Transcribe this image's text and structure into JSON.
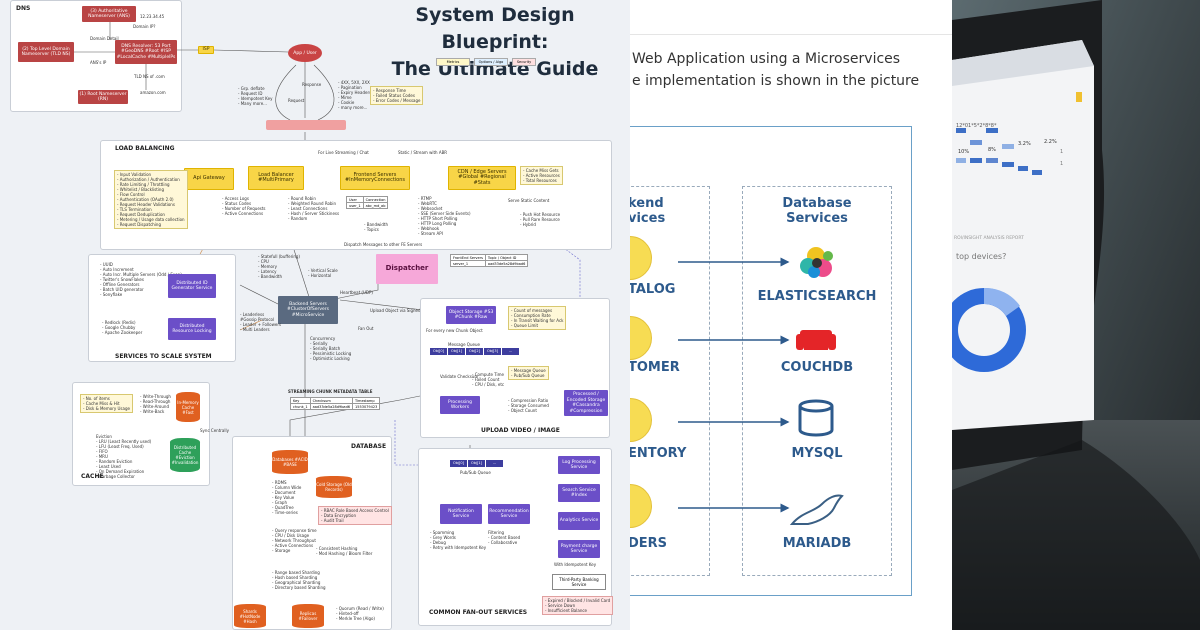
{
  "left": {
    "title_line1": "System Design Blueprint:",
    "title_line2": "The Ultimate Guide",
    "legend": [
      "Metrics",
      "Options / Algo",
      "Security"
    ],
    "dns": {
      "label": "DNS",
      "authoritative": "(3) Authoritative Nameserver (ANS)",
      "ip1": "12.23.34.45",
      "tld": "(2) Top Level Domain Nameserver (TLD NS)",
      "resolver": "DNS Resolver: 53 Port #GeoDNS #Root #ISP #LocalCache #MultipleIPs",
      "root": "(1) Root Nameserver (RN)",
      "ans_ip": "ANS's IP",
      "tld_ns": "TLD NS of .com",
      "amazon": "amazon.com",
      "domain_detail": "Domain Detail",
      "domain_ip": "Domain IP?"
    },
    "isp": "ISP",
    "app_user": "App / User",
    "request": "Request",
    "response": "Response",
    "request_notes": "- Grp. deflate\n- Request ID\n- Idempotent Key\n- Many more...",
    "response_notes": "- 4XX, 5XX, 2XX\n- Pagination\n- Expiry Headers\n- Mime\n- Cookie\n- many more...",
    "response_box": "- Response Time\n- Failed Status Codes\n- Error Codes / Message",
    "lb": {
      "label": "LOAD BALANCING",
      "live_streaming": "For Live Streaming / Chat",
      "static_stream": "Static / Stream with ABR",
      "api_gateway": "Api Gateway",
      "load_balancer": "Load Balancer #MultiPrimary",
      "frontend": "Frontend Servers #InMemoryConnections",
      "cdn": "CDN / Edge Servers #Global #Regional #Stats",
      "gw_notes": "- Input Validation\n- Authorization / Authentication\n- Rate Limiting / Throttling\n- Whitelist / Blacklisting\n- Flow Control\n- Authentication (OAuth 2.0)\n- Request Header Validations\n- TLS Termination\n- Request Deduplication\n- Metering / Usage data collection\n- Request Dispatching",
      "lb_notes": "- Access Logs\n- Status Codes\n- Number of Requests\n- Active Connections",
      "lb_algo": "- Round Robin\n- Weighted Round Robin\n- Least Connections\n- Hash / Server Stickiness\n- Random",
      "fe_notes": "- Bandwidth\n- Topics",
      "fe_proto": "- RTMP\n- WebRTC\n- Websocket\n- SSE (Server Side Events)\n- HTTP Short Polling\n- HTTP Long Polling\n- Webhook\n- Stream API",
      "cdn_notes": "- Cache Miss Gets\n- Active Resources\n- Total Resources",
      "cdn_push": "- Push Hot Resource\n- Pull Rare Resource\n- Hybrid",
      "serve_static": "Serve Static Content",
      "tbl_user": "User",
      "tbl_conn": "Connection",
      "tbl_user_v": "user_1",
      "tbl_conn_v": "abc_md_ab"
    },
    "dispatcher": "Dispatcher",
    "dispatch_msg": "Dispatch Messages to other FE Servers",
    "disp_tbl": [
      "FrontEnd Servers",
      "Topic / Object ID",
      "server_1",
      "aad33de5a28d9bad6"
    ],
    "services": {
      "label": "SERVICES TO SCALE SYSTEM",
      "id_gen": "Distributed ID Generator Service",
      "id_notes": "- UUID\n- Auto Increment\n- Auto Incr. Multiple Servers (Odd / Even)\n- Twitter's SnowFlakes\n- Offline Generators\n- Batch UID generator\n- Sonyflake",
      "lock": "Distributed Resource Locking",
      "lock_notes": "- Redlock (Redis)\n- Google Chubby\n- Apache Zookeeper"
    },
    "backend": "Backend Servers #ClusterOfServers #MicroService",
    "backend_notes": "- Statefull (buffering)\n- CPU\n- Memory\n- Latency\n- Bandwidth",
    "scale": "- Vertical Scale\n- Horizontal",
    "leaders": "- Leaderless\n#Gossip Protocol\n- Leader + Followers\n- Multi Leaders",
    "concurrency": "Concurrency\n- Serially\n- Serially Batch\n- Pessimistic Locking\n- Optimistic Locking",
    "heartbeat": "Heartbeat (UDP)",
    "upload_via": "Upload Object via Signed URL",
    "fan_out": "Fan Out",
    "upload": {
      "label": "UPLOAD VIDEO / IMAGE",
      "object_storage": "Object Storage #S3 #Chunk #Raw",
      "new_chunk": "For every new Chunk Object",
      "msg_queue": "Message Queue",
      "queue": [
        "Obj[0]",
        "Obj[1]",
        "Obj[2]",
        "Obj[3]",
        "..."
      ],
      "validate": "Validate Checksum",
      "processing": "Processing Workers",
      "processed": "Processed / Encoded Storage #Cassandra #Compression",
      "count_notes": "- Count of messages\n- Consumption Rate\n- In Transit Waiting for Ack\n- Queue Limit",
      "compute_notes": "- Compute Time\n- Failed Count\n- CPU / Disk, etc",
      "queue_notes": "- Message Queue\n- Pub/Sub Queue",
      "comp_notes": "- Compression Ratio\n- Storage Consumed\n- Object Count"
    },
    "chunk_tbl": {
      "title": "STREAMING CHUNK METADATA TABLE",
      "headers": [
        "Key",
        "Checksum",
        "Timestamp"
      ],
      "row": [
        "chunk_1",
        "aad33de5a28d9bad6",
        "1553079423"
      ]
    },
    "cache": {
      "label": "CACHE",
      "inmem": "In-Memory Cache #Fast",
      "distributed": "Distributed Cache #Eviction #Invalidation",
      "metrics": "- No. of items\n- Cache Miss & Hit\n- Disk & Memory Usage",
      "writes": "- Write-Through\n- Read-Through\n- Write-Around\n- Write-Back",
      "eviction": "Eviction\n- LRU (Least Recently used)\n- LFU (Least Freq. Used)\n- FIFO\n- MRU\n- Random Eviction\n- Least Used\n- On Demand Expiration\n- Garbage Collector",
      "sync": "Sync Centrally"
    },
    "database": {
      "label": "DATABASE",
      "db": "Databases #ACID #BASE",
      "cold": "Cold Storage (Old Records)",
      "types": "- RDMS\n- Column Wide\n- Document\n- Key Value\n- Graph\n- QuadTree\n- Time-series",
      "security": "- RBAC Role Based Access Control\n- Data Encryption\n- Audit Trail",
      "query": "- Query response time\n- CPU / Disk Usage\n- Network Throughput\n- Active Connections\n- Storage",
      "hashing": "- Consistent Hashing\n- Mod Hashing / Bloom Filter",
      "sharding": "- Range based Sharding\n- Hash based Sharding\n- Geographical Sharding\n- Directory based Sharding",
      "shards": "Shards #HotNode #Hash",
      "replicas": "Replicas #Failover",
      "quorum": "- Quorum (Read / Write)\n- Hinted-off\n- Merkle Tree (Algo)"
    },
    "fanout": {
      "label": "COMMON FAN-OUT SERVICES",
      "queue": [
        "Obj[0]",
        "Obj[1]",
        "..."
      ],
      "pubsub": "Pub/Sub Queue",
      "notification": "Notification Service",
      "recommendation": "Recommendation Service",
      "log": "Log Processing Service",
      "search": "Search Service #Index",
      "analytics": "Analytics Service",
      "payment": "Payment charge Service",
      "notif_notes": "- Spamming\n- Grey Words\n- Debug\n- Retry with Idempotent Key",
      "rec_notes": "Filtering\n- Content Based\n- Collaborative",
      "idem": "With Idempotent Key",
      "third": "Third-Party Banking Service",
      "errors": "- Expired / Blocked / Invalid Card\n- Service Down\n- Insufficient Balance"
    }
  },
  "middle": {
    "line1": "Web Application using a Microservices",
    "line2": "e implementation is shown in the picture",
    "left_header_1": "kend",
    "left_header_2": "vices",
    "db_header_1": "Database",
    "db_header_2": "Services",
    "services": [
      "TALOG",
      "TOMER",
      "ENTORY",
      "DERS"
    ],
    "databases": [
      "ELASTICSEARCH",
      "COUCHDB",
      "MYSQL",
      "MARIADB"
    ]
  },
  "right": {
    "screen_nums": [
      "1",
      "12*01*5*2*8*8*",
      "1",
      "10%",
      "8%",
      "3.2%",
      "2.2%"
    ],
    "report": "ROI/INSIGHT ANALYSIS REPORT",
    "question": "top devices?"
  },
  "colors": {
    "accent_blue": "#2d5a8c",
    "red": "#b94444",
    "yellow": "#f8d547",
    "purple": "#6b4fc8"
  }
}
